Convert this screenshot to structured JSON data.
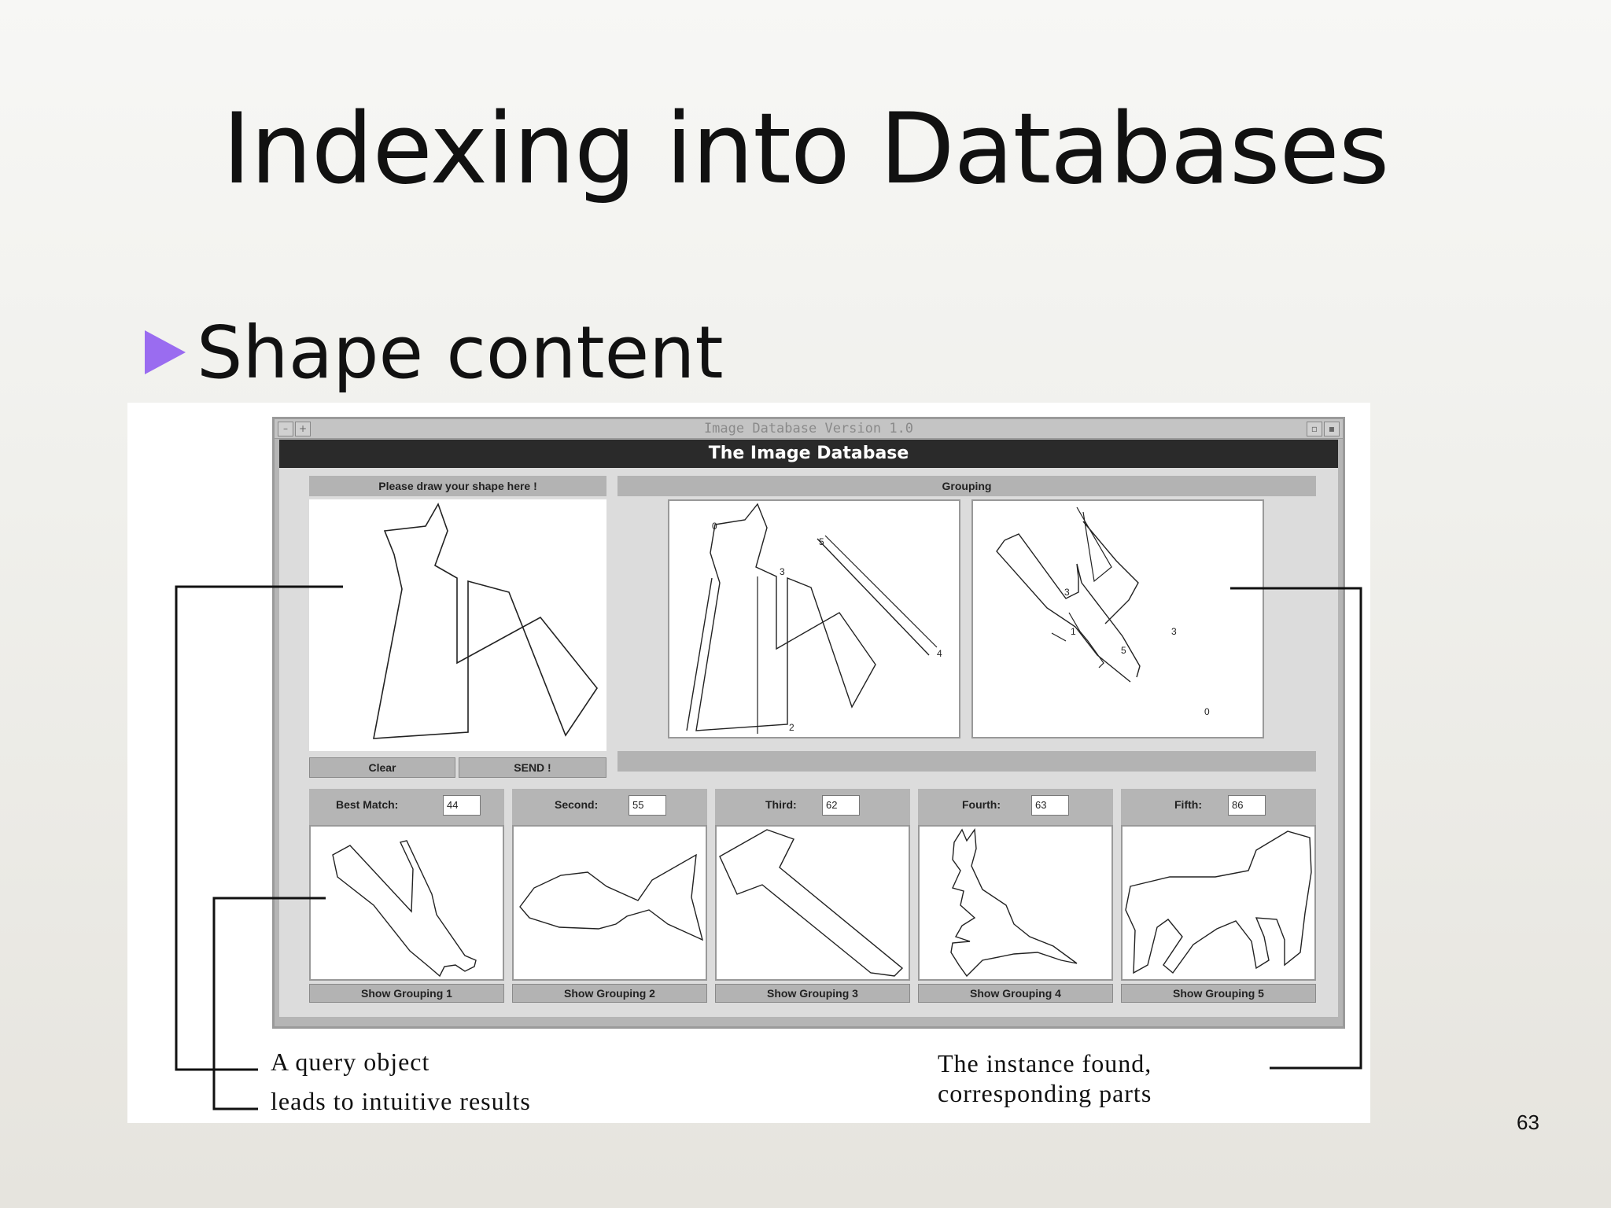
{
  "slide": {
    "title": "Indexing into Databases",
    "bullet": "Shape content",
    "page_number": "63",
    "accent_color": "#9a6cf0"
  },
  "app": {
    "window_title": "Image Database Version 1.0",
    "header": "The Image Database",
    "draw_label": "Please draw your shape here !",
    "grouping_label": "Grouping",
    "clear_label": "Clear",
    "send_label": "SEND !",
    "results": [
      {
        "label": "Best Match:",
        "value": "44",
        "button": "Show Grouping 1",
        "shape": "animal-sketch-icon"
      },
      {
        "label": "Second:",
        "value": "55",
        "button": "Show Grouping 2",
        "shape": "fish-icon"
      },
      {
        "label": "Third:",
        "value": "62",
        "button": "Show Grouping 3",
        "shape": "hammer-icon"
      },
      {
        "label": "Fourth:",
        "value": "63",
        "button": "Show Grouping 4",
        "shape": "kangaroo-icon"
      },
      {
        "label": "Fifth:",
        "value": "86",
        "button": "Show Grouping 5",
        "shape": "horse-icon"
      }
    ],
    "grouping_marks_1": [
      "0",
      "5",
      "3",
      "4",
      "2"
    ],
    "grouping_marks_2": [
      "3",
      "1",
      "5",
      "3",
      "0"
    ]
  },
  "captions": {
    "query_line1": "A query object",
    "query_line2": "leads to intuitive results",
    "found_line1": "The instance found,",
    "found_line2": "corresponding parts"
  }
}
